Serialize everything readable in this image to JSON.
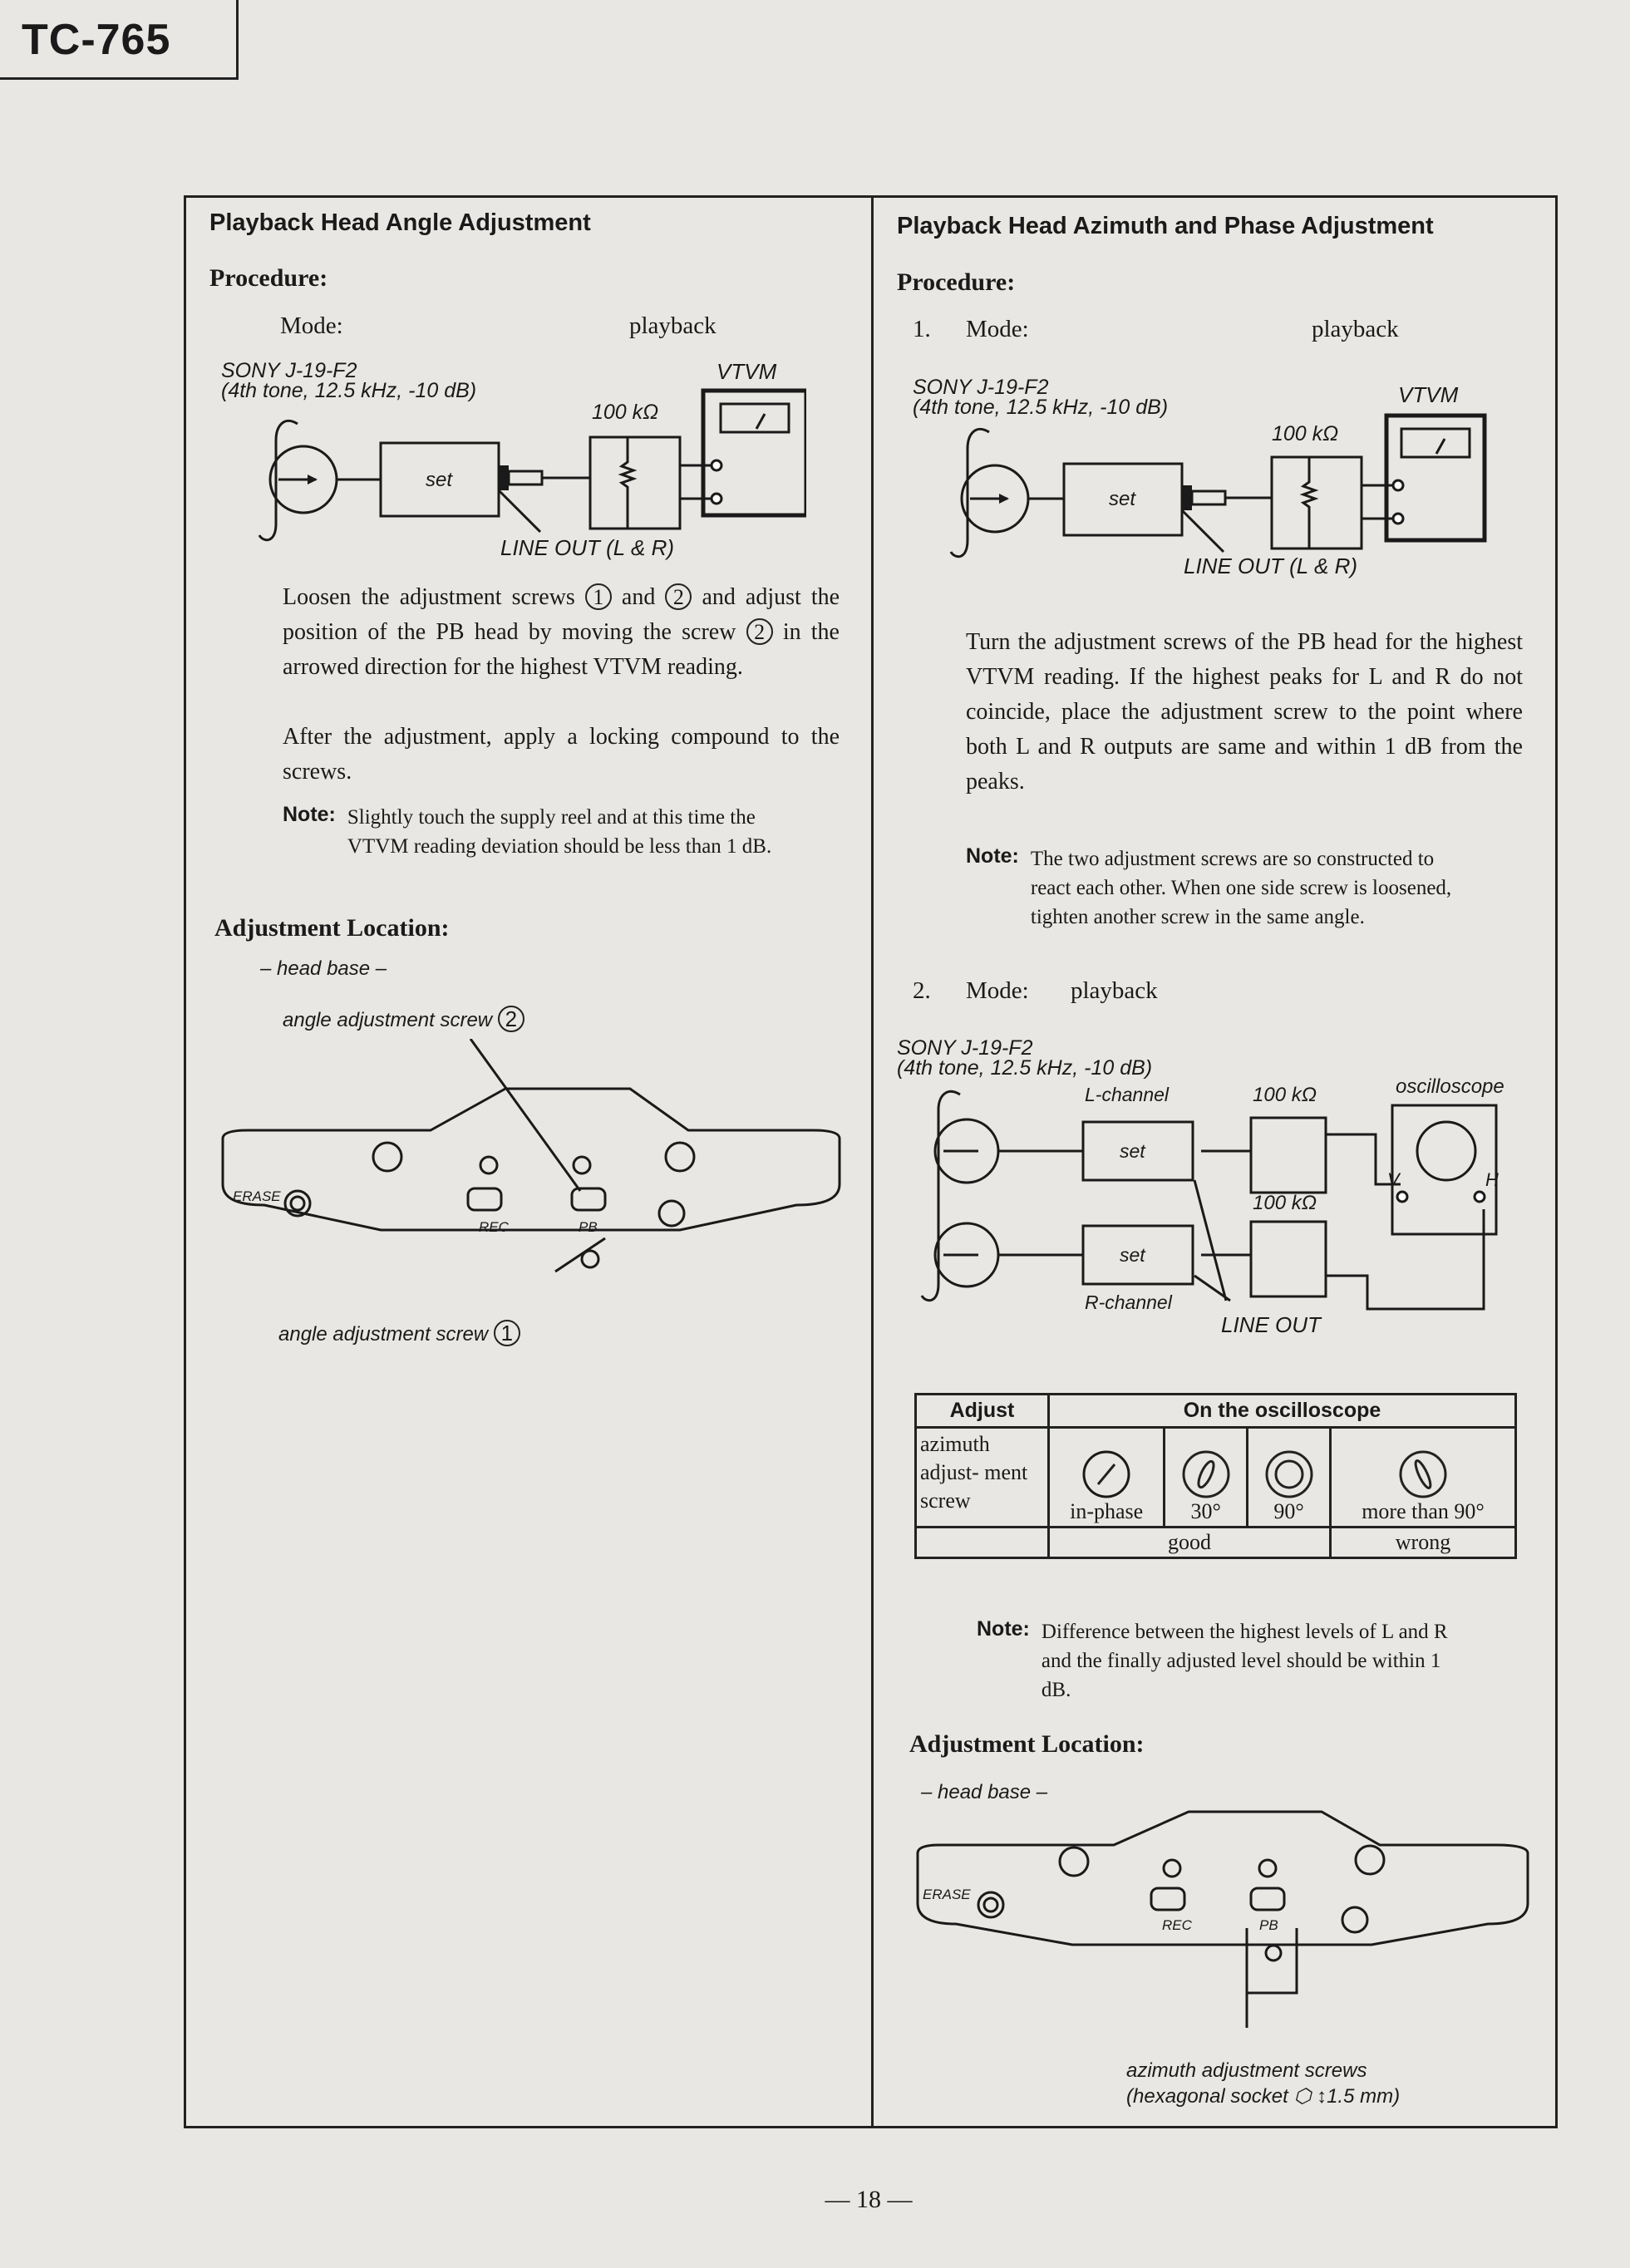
{
  "model": "TC-765",
  "page_number": "— 18 —",
  "left": {
    "title": "Playback Head Angle Adjustment",
    "procedure": "Procedure:",
    "mode_label": "Mode:",
    "mode_value": "playback",
    "diagram": {
      "source1": "SONY J-19-F2",
      "source2": "(4th tone, 12.5 kHz, -10 dB)",
      "set": "set",
      "resistor": "100 kΩ",
      "meter": "VTVM",
      "lineout": "LINE OUT (L & R)"
    },
    "para1_a": "Loosen the adjustment screws",
    "circ1": "1",
    "and1": "and",
    "circ2": "2",
    "para1_b": "and adjust the position of the PB head by moving the screw",
    "circ3": "2",
    "para1_c": "in the arrowed direction for the highest VTVM reading.",
    "para2": "After the adjustment, apply a locking compound to the screws.",
    "note_label": "Note:",
    "note_text": "Slightly touch the supply reel and at this time the VTVM reading deviation should be less than 1 dB.",
    "adj_location": "Adjustment Location:",
    "head_base": "– head base –",
    "screw2_label": "angle adjustment screw",
    "screw2_num": "2",
    "screw1_label": "angle adjustment screw",
    "screw1_num": "1",
    "erase": "ERASE",
    "rec": "REC",
    "pb": "PB"
  },
  "right": {
    "title": "Playback Head Azimuth and Phase Adjustment",
    "procedure": "Procedure:",
    "step1_num": "1.",
    "step1_label": "Mode:",
    "step1_value": "playback",
    "diagram1": {
      "source1": "SONY J-19-F2",
      "source2": "(4th tone, 12.5 kHz, -10 dB)",
      "set": "set",
      "resistor": "100 kΩ",
      "meter": "VTVM",
      "lineout": "LINE OUT (L & R)"
    },
    "para": "Turn the adjustment screws of the PB head for the highest VTVM reading. If the highest peaks for L and R do not coincide, place the adjustment screw to the point where both L and R outputs are same and within 1 dB from the peaks.",
    "note1_label": "Note:",
    "note1_text": "The two adjustment screws are so constructed to react each other. When one side screw is loosened, tighten another screw in the same angle.",
    "step2_num": "2.",
    "step2_label": "Mode:",
    "step2_value": "playback",
    "diagram2": {
      "source1": "SONY J-19-F2",
      "source2": "(4th tone, 12.5 kHz, -10 dB)",
      "lch": "L-channel",
      "rch": "R-channel",
      "set1": "set",
      "set2": "set",
      "res1": "100 kΩ",
      "res2": "100 kΩ",
      "scope": "oscilloscope",
      "v": "V",
      "h": "H",
      "lineout": "LINE OUT"
    },
    "table": {
      "h_adjust": "Adjust",
      "h_scope": "On the oscilloscope",
      "row_label": "azimuth adjust- ment screw",
      "cols": [
        "in-phase",
        "30°",
        "90°",
        "more than 90°"
      ],
      "good": "good",
      "wrong": "wrong"
    },
    "note2_label": "Note:",
    "note2_text": "Difference between the highest levels of L and R and the finally adjusted level should be within 1 dB.",
    "adj_location": "Adjustment Location:",
    "head_base": "– head base –",
    "azimuth_label1": "azimuth adjustment screws",
    "azimuth_label2": "(hexagonal socket ⬡ ↕1.5 mm)",
    "erase": "ERASE",
    "rec": "REC",
    "pb": "PB"
  }
}
